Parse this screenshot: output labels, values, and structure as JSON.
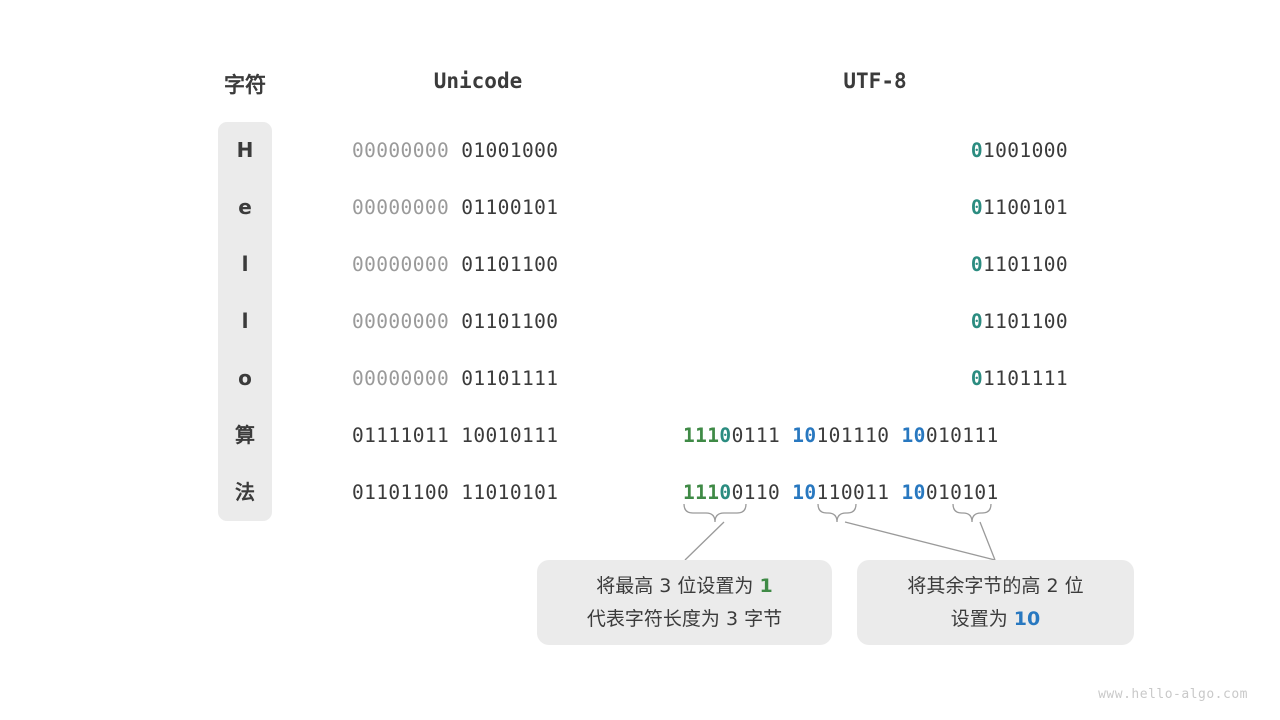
{
  "headers": {
    "character": "字符",
    "unicode": "Unicode",
    "utf8": "UTF-8"
  },
  "colors": {
    "green": "#3f8a46",
    "teal": "#2b8c80",
    "blue": "#2878c0",
    "panel": "#ebebeb",
    "text": "#3b3b3b",
    "dim": "#9a9a9a"
  },
  "rows": [
    {
      "char": "H",
      "unicode_high": "00000000",
      "unicode_low": "01001000",
      "utf8_bytes": [
        {
          "prefix": "0",
          "prefix_color": "teal",
          "rest": "1001000"
        }
      ]
    },
    {
      "char": "e",
      "unicode_high": "00000000",
      "unicode_low": "01100101",
      "utf8_bytes": [
        {
          "prefix": "0",
          "prefix_color": "teal",
          "rest": "1100101"
        }
      ]
    },
    {
      "char": "l",
      "unicode_high": "00000000",
      "unicode_low": "01101100",
      "utf8_bytes": [
        {
          "prefix": "0",
          "prefix_color": "teal",
          "rest": "1101100"
        }
      ]
    },
    {
      "char": "l",
      "unicode_high": "00000000",
      "unicode_low": "01101100",
      "utf8_bytes": [
        {
          "prefix": "0",
          "prefix_color": "teal",
          "rest": "1101100"
        }
      ]
    },
    {
      "char": "o",
      "unicode_high": "00000000",
      "unicode_low": "01101111",
      "utf8_bytes": [
        {
          "prefix": "0",
          "prefix_color": "teal",
          "rest": "1101111"
        }
      ]
    },
    {
      "char": "算",
      "unicode_high": "01111011",
      "unicode_low": "10010111",
      "utf8_bytes": [
        {
          "prefix": "111",
          "prefix_color": "green",
          "prefix2": "0",
          "prefix2_color": "teal",
          "rest": "0111"
        },
        {
          "prefix": "10",
          "prefix_color": "blue",
          "rest": "101110"
        },
        {
          "prefix": "10",
          "prefix_color": "blue",
          "rest": "010111"
        }
      ]
    },
    {
      "char": "法",
      "unicode_high": "01101100",
      "unicode_low": "11010101",
      "utf8_bytes": [
        {
          "prefix": "111",
          "prefix_color": "green",
          "prefix2": "0",
          "prefix2_color": "teal",
          "rest": "0110"
        },
        {
          "prefix": "10",
          "prefix_color": "blue",
          "rest": "110011"
        },
        {
          "prefix": "10",
          "prefix_color": "blue",
          "rest": "010101"
        }
      ]
    }
  ],
  "callouts": {
    "left": {
      "line1_a": "将最高 3 位设置为 ",
      "line1_hl": "1",
      "line2": "代表字符长度为 3 字节"
    },
    "right": {
      "line1": "将其余字节的高 2 位",
      "line2_a": "设置为 ",
      "line2_hl": "10"
    }
  },
  "watermark": "www.hello-algo.com"
}
